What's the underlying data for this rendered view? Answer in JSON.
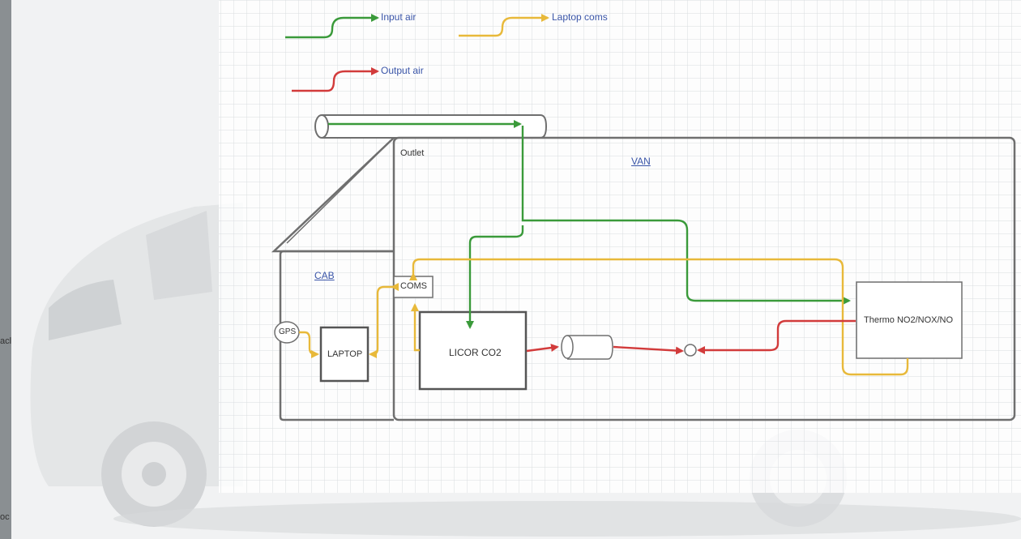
{
  "legend": {
    "input_air": "Input air",
    "laptop_coms": "Laptop coms",
    "output_air": "Output air"
  },
  "labels": {
    "outlet": "Outlet",
    "van": "VAN",
    "cab": "CAB",
    "coms": "COMS",
    "gps": "GPS",
    "laptop": "LAPTOP",
    "licor": "LICOR CO2",
    "thermo": "Thermo NO2/NOX/NO"
  },
  "background_fragments": {
    "left_mid": "acl",
    "left_bottom": "oc"
  },
  "colors": {
    "input_air": "#3a9a3a",
    "laptop_coms": "#e8b93a",
    "output_air": "#d23b3b",
    "outline": "#6f6f6f",
    "grid": "#d9dde0"
  }
}
